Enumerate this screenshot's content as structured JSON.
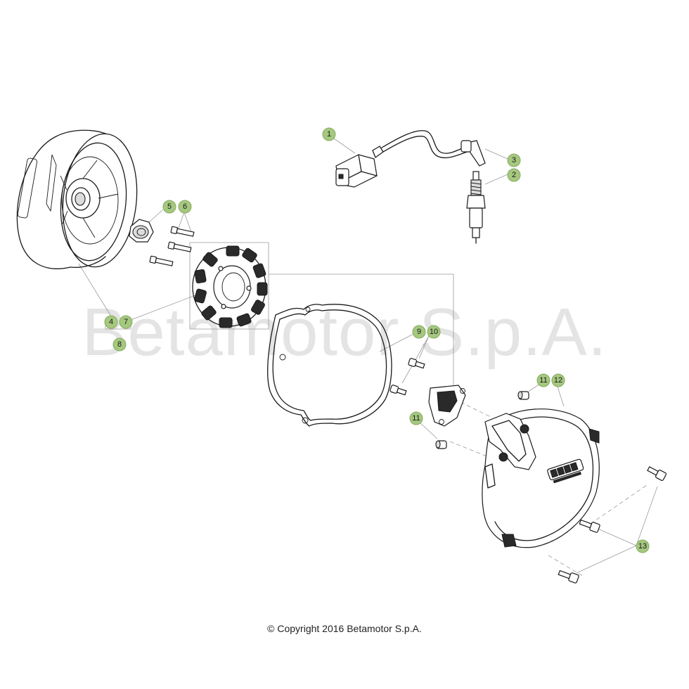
{
  "watermark": "Betamotor S.p.A.",
  "copyright": "© Copyright 2016 Betamotor S.p.A.",
  "callouts": [
    {
      "id": "c1",
      "label": "1"
    },
    {
      "id": "c2",
      "label": "2"
    },
    {
      "id": "c3",
      "label": "3"
    },
    {
      "id": "c4",
      "label": "4"
    },
    {
      "id": "c5",
      "label": "5"
    },
    {
      "id": "c6",
      "label": "6"
    },
    {
      "id": "c7",
      "label": "7"
    },
    {
      "id": "c8",
      "label": "8"
    },
    {
      "id": "c9",
      "label": "9"
    },
    {
      "id": "c10",
      "label": "10"
    },
    {
      "id": "c11a",
      "label": "11"
    },
    {
      "id": "c11b",
      "label": "11"
    },
    {
      "id": "c12",
      "label": "12"
    },
    {
      "id": "c13",
      "label": "13"
    }
  ]
}
